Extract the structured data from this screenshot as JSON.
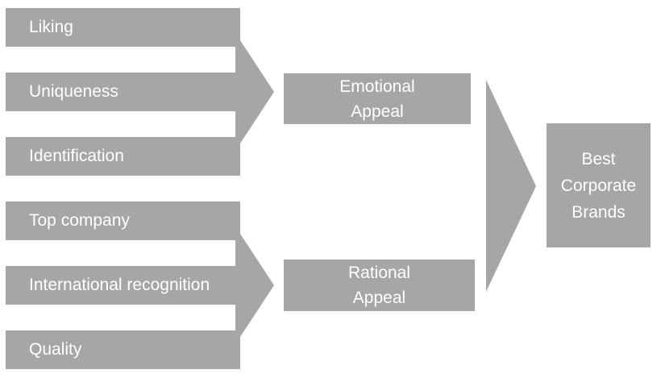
{
  "diagram": {
    "fill_color": "#a6a6a6",
    "text_color": "#ffffff",
    "emotional_factors": [
      "Liking",
      "Uniqueness",
      "Identification"
    ],
    "rational_factors": [
      "Top company",
      "International recognition",
      "Quality"
    ],
    "emotional_appeal": "Emotional\nAppeal",
    "rational_appeal": "Rational\nAppeal",
    "result": "Best\nCorporate\nBrands"
  }
}
